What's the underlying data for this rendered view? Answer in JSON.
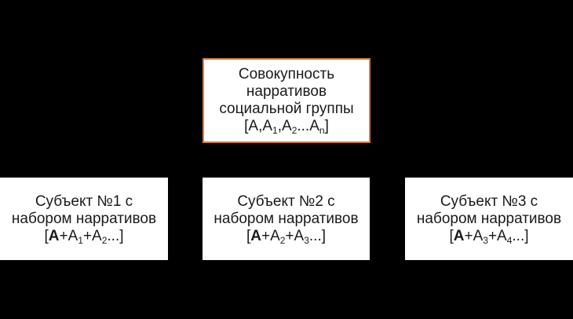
{
  "top": {
    "line1": "Совокупность",
    "line2": "нарративов",
    "line3": "социальной группы",
    "formula": {
      "open": "[A,A",
      "s1": "1",
      "mid1": ",A",
      "s2": "2",
      "mid2": "...A",
      "s3": "n",
      "close": "]"
    }
  },
  "subjects": [
    {
      "line1": "Субъект №1 с",
      "line2": "набором нарративов",
      "formula": {
        "open": "[",
        "bold": "A",
        "t1": "+A",
        "s1": "1",
        "t2": "+A",
        "s2": "2",
        "close": "...]"
      }
    },
    {
      "line1": "Субъект №2 с",
      "line2": "набором нарративов",
      "formula": {
        "open": "[",
        "bold": "A",
        "t1": "+A",
        "s1": "2",
        "t2": "+A",
        "s2": "3",
        "close": "...]"
      }
    },
    {
      "line1": "Субъект №3 с",
      "line2": "набором нарративов",
      "formula": {
        "open": "[",
        "bold": "A",
        "t1": "+A",
        "s1": "3",
        "t2": "+A",
        "s2": "4",
        "close": "...]"
      }
    }
  ],
  "colors": {
    "background": "#000000",
    "box_fill": "#ffffff",
    "top_border": "#e07b39",
    "text": "#1a1a1a"
  }
}
